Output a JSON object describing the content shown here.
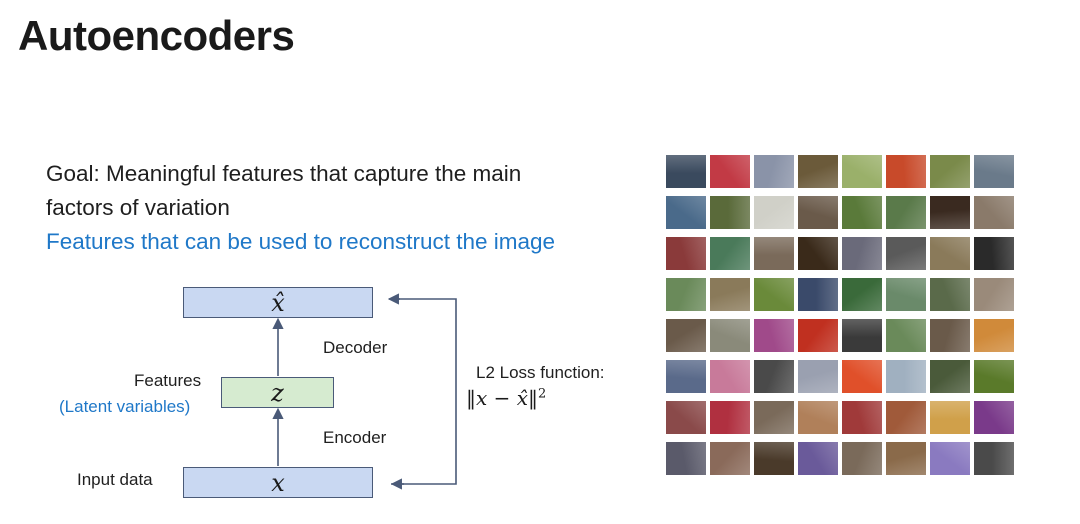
{
  "slide": {
    "title": "Autoencoders",
    "goal_line1": "Goal: Meaningful features that capture the main",
    "goal_line2": "factors of variation",
    "goal_line3": "Features that can be used to reconstruct the image"
  },
  "diagram": {
    "output_symbol": "x̂",
    "latent_symbol": "z",
    "input_symbol": "x",
    "decoder_label": "Decoder",
    "encoder_label": "Encoder",
    "features_label": "Features",
    "latent_label": "(Latent variables)",
    "input_label": "Input data",
    "loss_label": "L2 Loss function:",
    "loss_formula": "‖x − x̂‖",
    "loss_power": "2",
    "colors": {
      "box_blue": "#c9d8f2",
      "box_green": "#d6ebd0",
      "accent_blue": "#1f78c8",
      "arrow": "#4a5a78"
    }
  },
  "image_grid": {
    "rows": 8,
    "cols": 8,
    "tiles": [
      [
        "#3a4a5e",
        "#c23a45",
        "#8a93a8",
        "#6b5a3a",
        "#9ab06a",
        "#c84a2a",
        "#7a8a4a",
        "#6a7a8a"
      ],
      [
        "#4a6a8a",
        "#5a6a3a",
        "#d0d0c8",
        "#6a5a4a",
        "#5a7a3a",
        "#5a7a4a",
        "#3a2a20",
        "#8a7a6a"
      ],
      [
        "#8a3a3a",
        "#4a7a5a",
        "#7a6a5a",
        "#3a2a1a",
        "#6a6a7a",
        "#5a5a5a",
        "#8a7a5a",
        "#2a2a2a"
      ],
      [
        "#6a8a5a",
        "#8a7a5a",
        "#6a8a3a",
        "#3a4a6a",
        "#3a6a3a",
        "#6a8a6a",
        "#5a6a4a",
        "#9a8a7a"
      ],
      [
        "#6a5a4a",
        "#8a8a7a",
        "#a04a8a",
        "#c03020",
        "#3a3a3a",
        "#6a8a5a",
        "#6a5a4a",
        "#d08a3a"
      ],
      [
        "#5a6a8a",
        "#c87a9a",
        "#4a4a4a",
        "#9aa0b0",
        "#e0502a",
        "#a0b0c0",
        "#4a5a3a",
        "#5a7a2a"
      ],
      [
        "#8a4a4a",
        "#b03040",
        "#7a6a5a",
        "#b0805a",
        "#a03a3a",
        "#a05a3a",
        "#d0a04a",
        "#7a3a8a"
      ],
      [
        "#5a5a6a",
        "#8a6a5a",
        "#4a3a2a",
        "#6a5a9a",
        "#7a6a5a",
        "#8a6a4a",
        "#8a7ac0",
        "#4a4a4a"
      ]
    ]
  }
}
